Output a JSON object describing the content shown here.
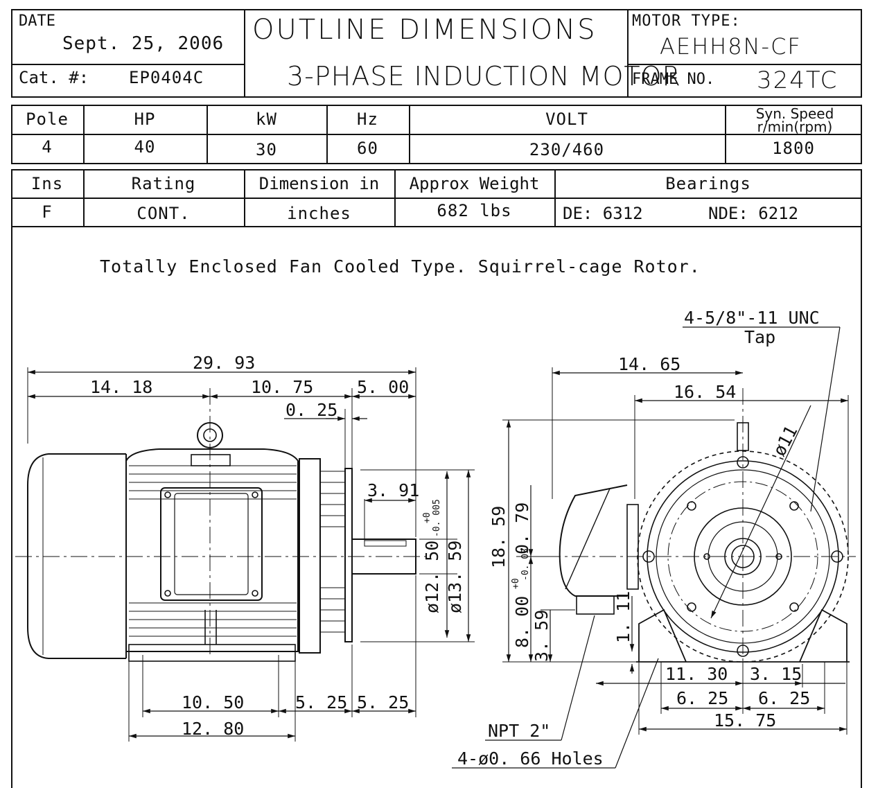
{
  "title_block": {
    "date_label": "DATE",
    "date_value": "Sept. 25, 2006",
    "cat_label": "Cat. #:",
    "cat_value": "EP0404C",
    "title_main": "OUTLINE DIMENSIONS",
    "title_sub": "3-PHASE INDUCTION MOTOR",
    "motor_type_label": "MOTOR TYPE:",
    "motor_type_value": "AEHH8N-CF",
    "frame_label": "FRAME NO.",
    "frame_value": "324TC"
  },
  "spec_table_1": {
    "headers": [
      "Pole",
      "HP",
      "kW",
      "Hz",
      "VOLT",
      "Syn. Speed",
      "r/min(rpm)"
    ],
    "values": [
      "4",
      "40",
      "30",
      "60",
      "230/460",
      "1800"
    ]
  },
  "spec_table_2": {
    "headers": [
      "Ins",
      "Rating",
      "Dimension in",
      "Approx Weight",
      "Bearings"
    ],
    "values": [
      "F",
      "CONT.",
      "inches",
      "682 lbs",
      "DE: 6312",
      "NDE: 6212"
    ]
  },
  "description": "Totally Enclosed Fan Cooled Type. Squirrel-cage Rotor.",
  "side_view": {
    "overall_length": "29. 93",
    "d_14_18": "14. 18",
    "d_10_75": "10. 75",
    "d_5_00": "5. 00",
    "d_0_25": "0. 25",
    "d_3_91": "3. 91",
    "shaft_dia": "ø12. 50",
    "shaft_tol_upper": "+0",
    "shaft_tol_lower": "-0. 005",
    "flange_dia": "ø13. 59",
    "d_10_50": "10. 50",
    "d_12_80": "12. 80",
    "d_5_25a": "5. 25",
    "d_5_25b": "5. 25"
  },
  "end_view": {
    "tap_note": "4-5/8\"-11 UNC",
    "tap_note2": "Tap",
    "d_14_65": "14. 65",
    "d_16_54": "16. 54",
    "bolt_circle": "ø11",
    "d_18_59": "18. 59",
    "d_0_79": "0. 79",
    "shaft_height": "8. 00",
    "sh_tol_upper": "+0",
    "sh_tol_lower": "-0. 03",
    "d_3_59": "3. 59",
    "d_1_11": "1. 11",
    "d_11_30": "11. 30",
    "d_3_15": "3. 15",
    "d_6_25a": "6. 25",
    "d_6_25b": "6. 25",
    "d_15_75": "15. 75",
    "npt_note": "NPT 2\"",
    "holes_note": "4-ø0. 66 Holes"
  }
}
